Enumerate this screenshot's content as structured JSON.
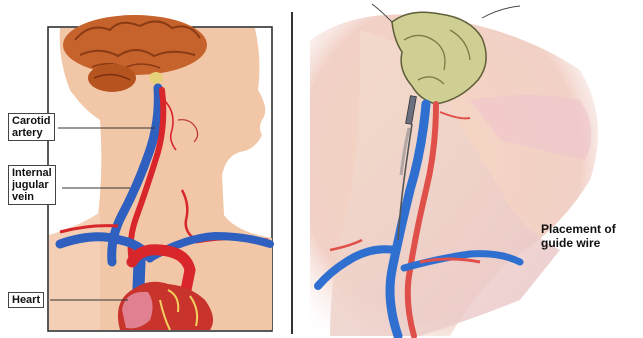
{
  "left_panel": {
    "labels": {
      "carotid_artery": "Carotid\nartery",
      "internal_jugular_vein": "Internal\njugular\nvein",
      "heart": "Heart"
    }
  },
  "right_panel": {
    "caption": "Placement of\nguide wire"
  },
  "colors": {
    "artery_red": "#d8262b",
    "vein_blue": "#2f5fbf",
    "skin": "#f2c7a8",
    "brain": "#c6622c",
    "bone": "#cfcf94"
  }
}
